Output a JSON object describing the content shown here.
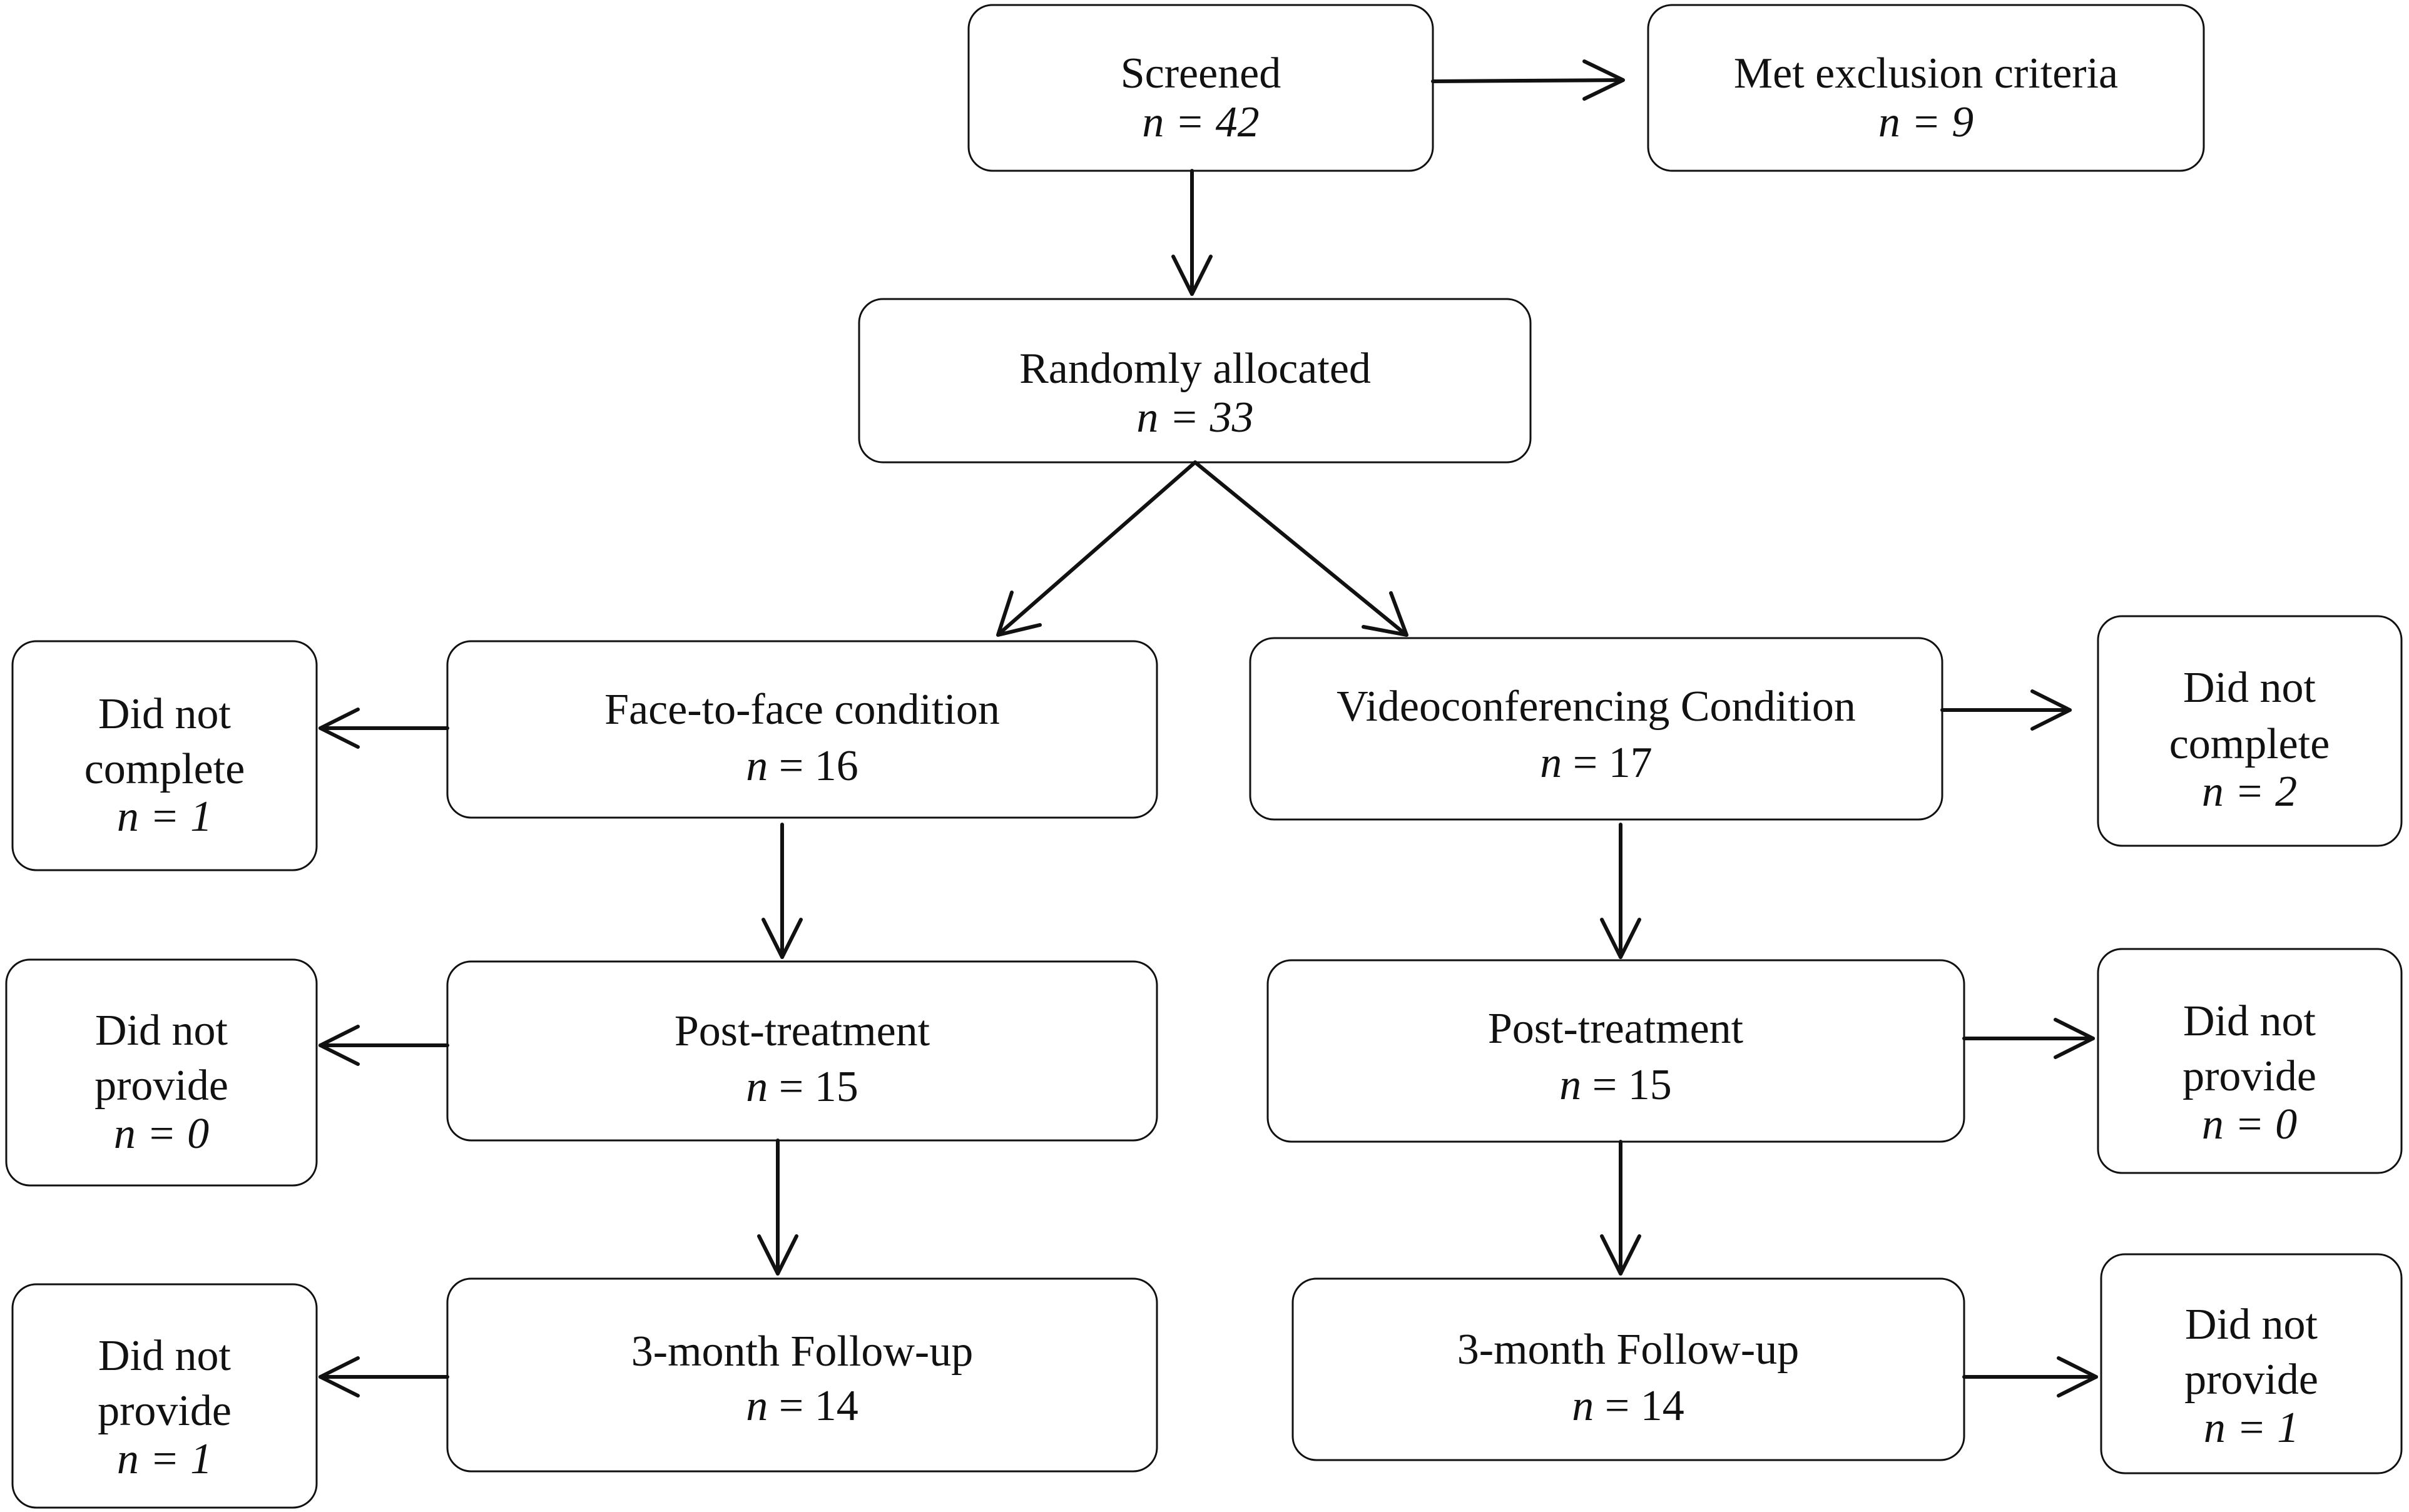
{
  "flowchart": {
    "screened": {
      "label": "Screened",
      "n": "n = 42"
    },
    "excluded": {
      "label": "Met exclusion criteria",
      "n": "n = 9"
    },
    "allocated": {
      "label": "Randomly allocated",
      "n": "n = 33"
    },
    "face_to_face": {
      "condition": {
        "label": "Face-to-face condition",
        "n_var": "n",
        "n_val": " = 16"
      },
      "not_completed": {
        "line1": "Did not",
        "line2": "complete",
        "n": "n = 1"
      },
      "post_treatment": {
        "label": "Post-treatment",
        "n_var": "n",
        "n_val": " = 15"
      },
      "post_missing": {
        "line1": "Did not",
        "line2": "provide",
        "n": "n = 0"
      },
      "follow_up": {
        "label": "3-month Follow-up",
        "n_var": "n",
        "n_val": " = 14"
      },
      "follow_up_missing": {
        "line1": "Did not",
        "line2": "provide",
        "n": "n = 1"
      }
    },
    "videoconferencing": {
      "condition": {
        "label": "Videoconferencing Condition",
        "n_var": "n",
        "n_val": " = 17"
      },
      "not_completed": {
        "line1": "Did not",
        "line2": "complete",
        "n": "n = 2"
      },
      "post_treatment": {
        "label": "Post-treatment",
        "n_var": "n",
        "n_val": " = 15"
      },
      "post_missing": {
        "line1": "Did not",
        "line2": "provide",
        "n": "n = 0"
      },
      "follow_up": {
        "label": "3-month Follow-up",
        "n_var": "n",
        "n_val": " = 14"
      },
      "follow_up_missing": {
        "line1": "Did not",
        "line2": "provide",
        "n": "n = 1"
      }
    }
  }
}
